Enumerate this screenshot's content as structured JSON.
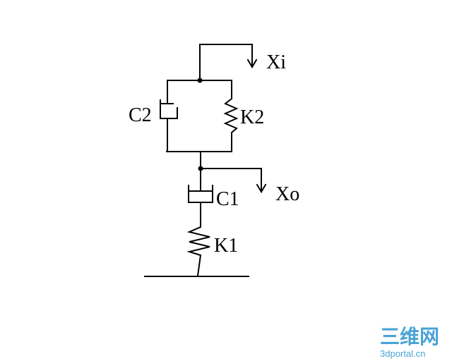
{
  "labels": {
    "input_displacement": "Xi",
    "output_displacement": "Xo",
    "damper_c2": "C2",
    "spring_k2": "K2",
    "damper_c1": "C1",
    "spring_k1": "K1"
  },
  "watermark": {
    "logo_text": "三维网",
    "site_text": "3dportal.cn",
    "color": "#4aa3d6"
  }
}
